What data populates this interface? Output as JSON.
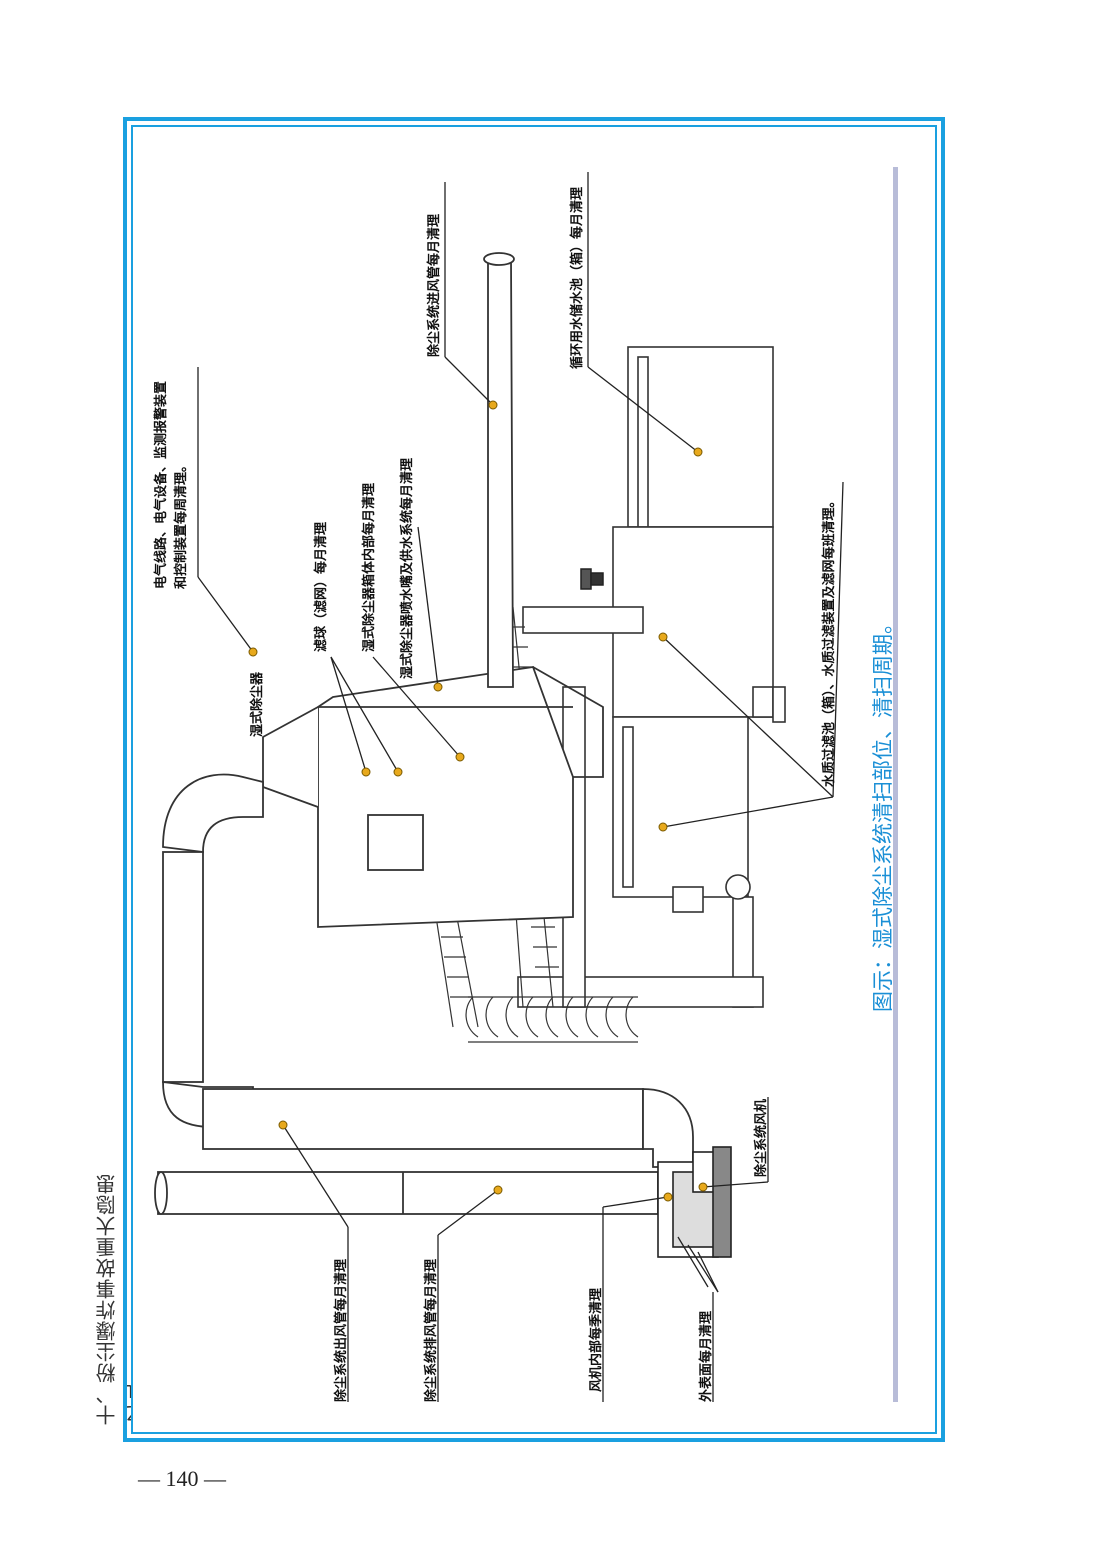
{
  "page": {
    "running_head": "十、粉尘爆炸事故重大隐患之九",
    "page_number": "— 140 —"
  },
  "figure": {
    "caption": "图示：湿式除尘系统清扫部位、清扫周期。",
    "accent_color": "#1aa0e0",
    "caption_color": "#1a8fd6",
    "labels": {
      "wet_collector": "湿式除尘器",
      "electrical_line1": "电气线路、电气设备、监测报警装置",
      "electrical_line2": "和控制装置每周清理。",
      "filter_ball": "滤球（滤网）每月清理",
      "collector_interior": "湿式除尘器箱体内部每月清理",
      "spray_nozzle": "湿式除尘器喷水嘴及供水系统每月清理",
      "inlet_duct": "除尘系统进风管每月清理",
      "circulation_tank": "循环用水储水池（箱）每月清理",
      "water_filter": "水质过滤池（箱）、水质过滤装置及滤网每班清理。",
      "fan": "除尘系统风机",
      "outlet_duct": "除尘系统出风管每月清理",
      "exhaust_duct": "除尘系统排风管每月清理",
      "fan_interior": "风机内部每季清理",
      "fan_exterior": "外表面每月清理"
    }
  }
}
